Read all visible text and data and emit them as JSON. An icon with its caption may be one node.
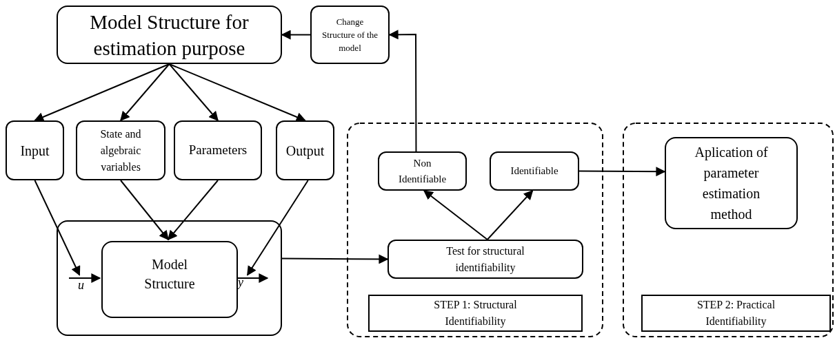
{
  "diagram": {
    "nodes": [
      {
        "text": [
          "Model Structure for estimation purpose"
        ]
      },
      {
        "text": [
          "Change Structure of the model"
        ]
      },
      {
        "text": [
          "Input"
        ]
      },
      {
        "text": [
          "State and algebraic variables"
        ]
      },
      {
        "text": [
          "Parameters"
        ]
      },
      {
        "text": [
          "Output"
        ]
      },
      {
        "text": [],
        "shape": "box"
      },
      {
        "text": [
          "Model Structure"
        ],
        "in": 6
      },
      {
        "text": [],
        "shape": "box"
      },
      {
        "text": [
          "Non Identifiable"
        ],
        "in": 8
      },
      {
        "text": [
          "Identifiable"
        ],
        "in": 8
      },
      {
        "text": [
          "Test for structural identifiability"
        ],
        "in": 8
      },
      {
        "text": [
          "STEP 1: Structural Identifiability"
        ],
        "in": 8
      },
      {
        "text": [],
        "shape": "box"
      },
      {
        "text": [
          "Aplication of parameter estimation method"
        ],
        "in": 13
      },
      {
        "text": [
          "STEP 2: Practical Identifiability"
        ],
        "in": 13
      }
    ],
    "edges": [
      {
        "from": 0,
        "to": 2,
        "arrow": "to"
      },
      {
        "from": 0,
        "to": 3,
        "arrow": "to"
      },
      {
        "from": 0,
        "to": 4,
        "arrow": "to"
      },
      {
        "from": 0,
        "to": 5,
        "arrow": "to"
      },
      {
        "from": 3,
        "to": 7,
        "arrow": "to"
      },
      {
        "from": 4,
        "to": 7,
        "arrow": "to"
      },
      {
        "from": 2,
        "to": 7,
        "arrow": "to"
      },
      {
        "from": 5,
        "to": 7,
        "arrow": "to"
      },
      {
        "from": null,
        "to": 7,
        "arrow": "to"
      },
      {
        "from": 7,
        "to": null,
        "arrow": "to"
      },
      {
        "from": 6,
        "to": 11,
        "arrow": "to"
      },
      {
        "from": 11,
        "to": 9,
        "arrow": "to"
      },
      {
        "from": 11,
        "to": 10,
        "arrow": "to"
      },
      {
        "from": 10,
        "to": 14,
        "arrow": "to"
      },
      {
        "from": 9,
        "to": 1,
        "arrow": "to"
      },
      {
        "from": 1,
        "to": 0,
        "arrow": "to"
      }
    ],
    "labels": [
      "u",
      "y"
    ]
  }
}
